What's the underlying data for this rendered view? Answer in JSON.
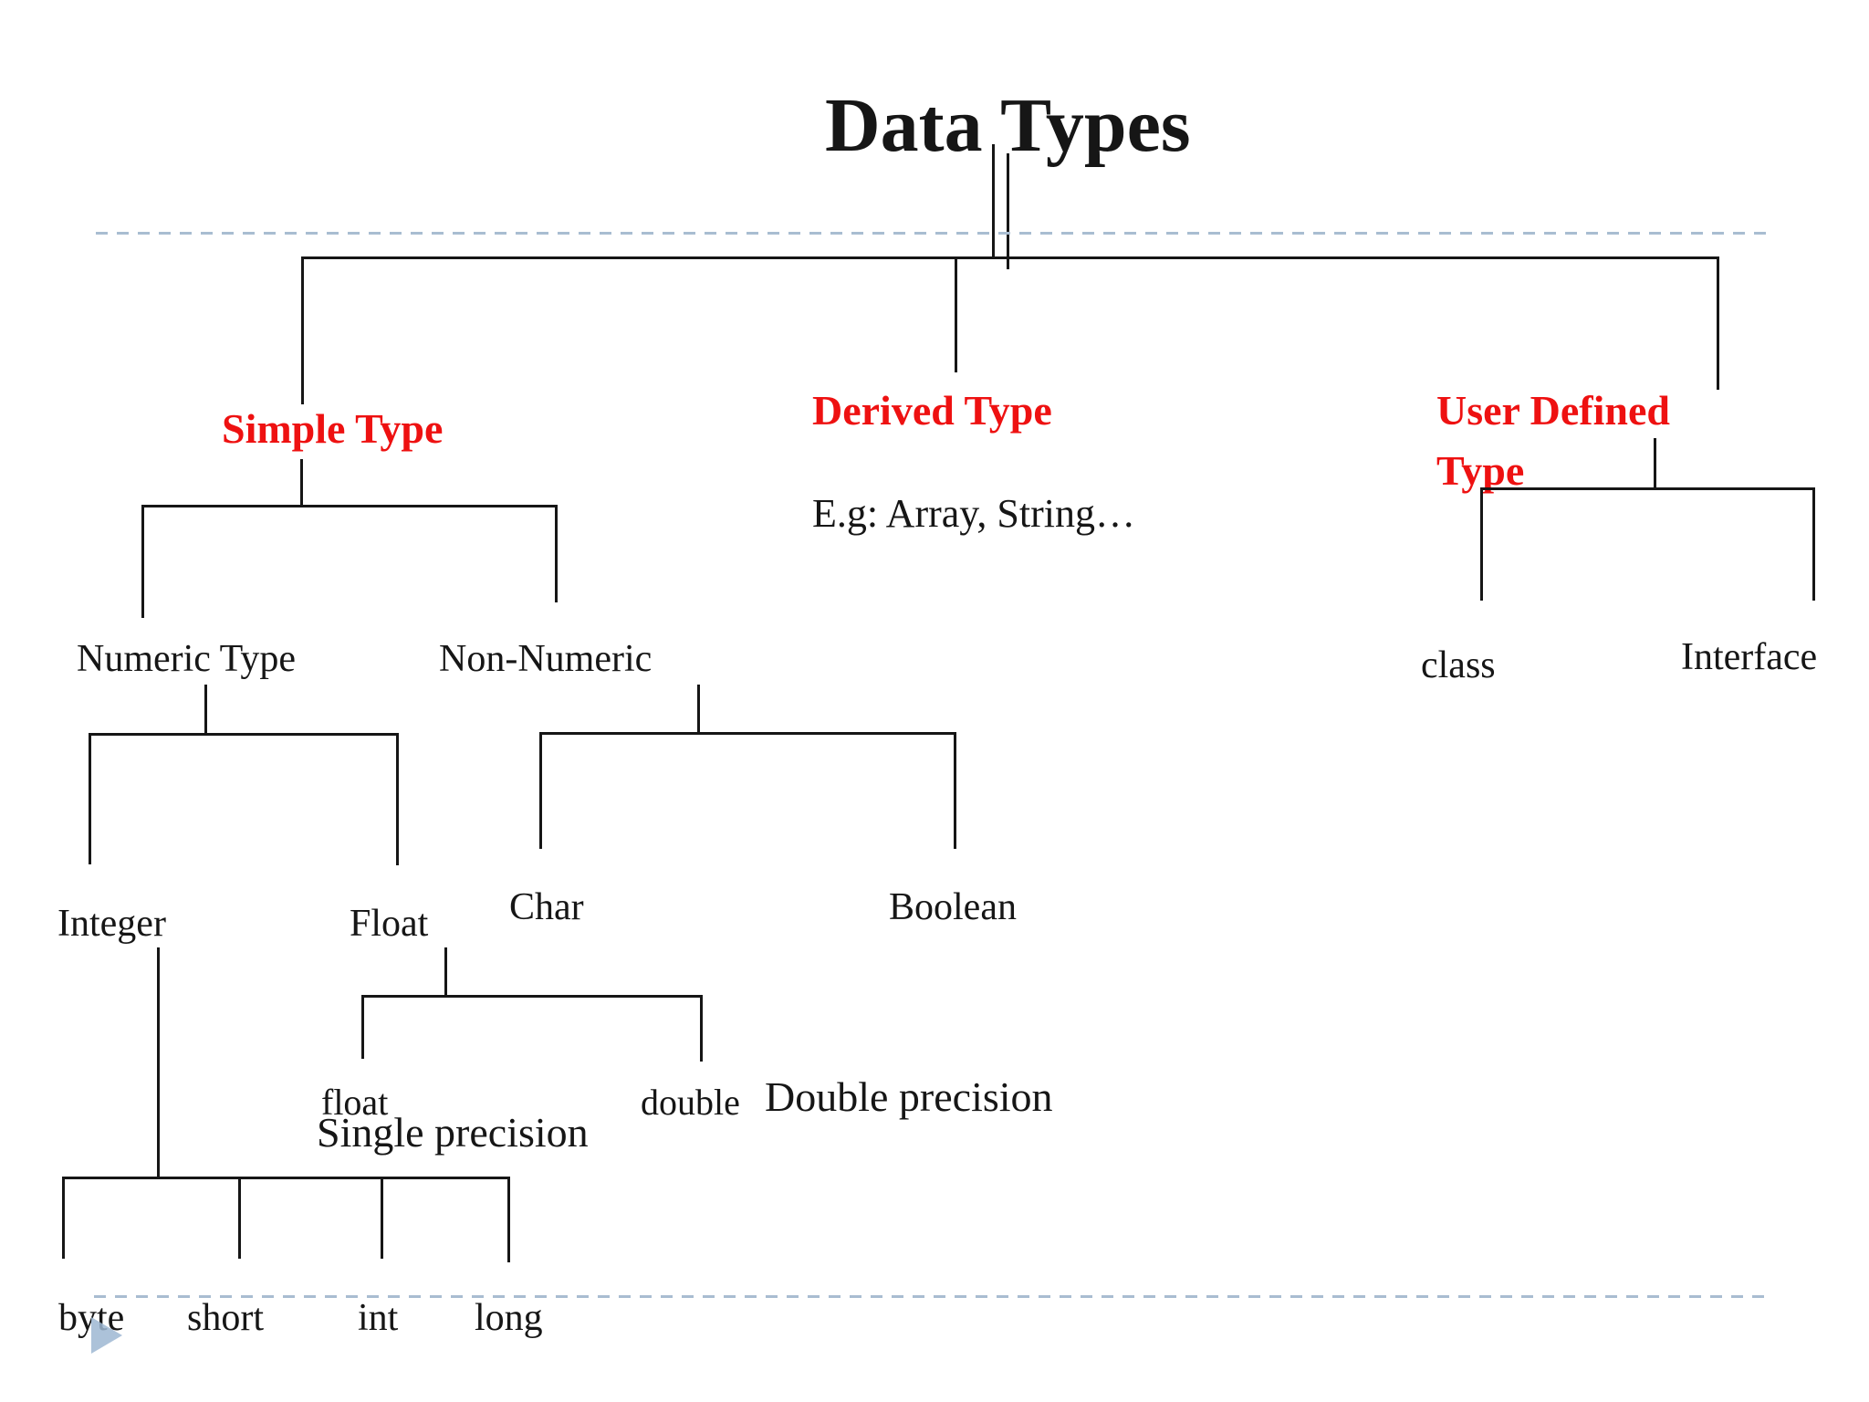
{
  "slide": {
    "colors": {
      "accent_red": "#ee1111",
      "connector_line": "#161616",
      "dashed_rule": "#a9bdd1",
      "marker_triangle": "#9db7d2",
      "background": "#ffffff",
      "text": "#161616"
    },
    "tree": {
      "title": "Data Types",
      "children": [
        {
          "id": "simple",
          "label": "Simple Type",
          "children": [
            {
              "id": "numeric",
              "label": "Numeric Type",
              "children": [
                {
                  "id": "integer",
                  "label": "Integer",
                  "children": [
                    {
                      "label": "byte"
                    },
                    {
                      "label": "short"
                    },
                    {
                      "label": "int"
                    },
                    {
                      "label": "long"
                    }
                  ]
                },
                {
                  "id": "float-category",
                  "label": "Float",
                  "children": [
                    {
                      "label": "float",
                      "note": "Single precision"
                    },
                    {
                      "label": "double",
                      "note": "Double precision"
                    }
                  ]
                }
              ]
            },
            {
              "id": "non-numeric",
              "label": "Non-Numeric",
              "children": [
                {
                  "label": "Char"
                },
                {
                  "label": "Boolean"
                }
              ]
            }
          ]
        },
        {
          "id": "derived",
          "label": "Derived Type",
          "example": "E.g: Array, String…"
        },
        {
          "id": "user-defined",
          "label_lines": [
            "User Defined",
            "Type"
          ],
          "children": [
            {
              "label": "class"
            },
            {
              "label": "Interface"
            }
          ]
        }
      ]
    }
  }
}
